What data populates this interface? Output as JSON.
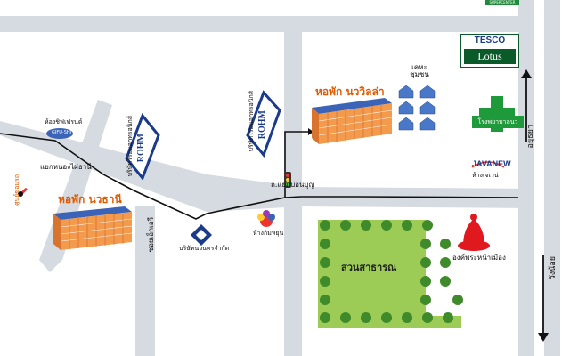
{
  "map": {
    "dorms": [
      {
        "name": "หอพัก นววิลล่า"
      },
      {
        "name": "หอพัก นวธานี"
      }
    ],
    "roads": {
      "main_road": "ถ.แยกบ่อนบุญ",
      "junction": "แยกหนองไผ่ธานี",
      "side_road": "ซอยเอ็กเอวี",
      "east_road_1": "อยุธยา",
      "east_road_2": "วังน้อย"
    },
    "companies": {
      "rohm_1": "ROHM",
      "rohm_1_caption": "บริษัทโรมแอกทรอนิกส์",
      "rohm_2": "ROHM",
      "rohm_2_caption": "บริษัทโรมแอกทรอนิกส์",
      "nawanakorn": "บริษัทนวนครจำกัด",
      "nikonbu": "ห้างกิมหยุน",
      "gifu": "GIFU-SHI",
      "gifu_caption": "ห้องชิฟเฟรนด์"
    },
    "landmarks": {
      "tesco_top": "TESCO",
      "tesco_bottom": "Lotus",
      "village": "เคหะชุมชน",
      "clinic": "โรงพยาบาลนวนคร",
      "javanew": "JAVANEW",
      "javanew_caption": "ห้างเจเวน่า",
      "park": "สวนสาธารณ",
      "shrine": "องค์พระหน้าเมือง",
      "service": "ศูนย์ซ่อมรถ",
      "top_banner": "SUPERCENTER"
    },
    "colors": {
      "road": "#d6dae1",
      "route": "#111111",
      "park": "#9ccc55",
      "dorm": "#f39a4c",
      "dorm_roof": "#3b64b8",
      "dorm_title": "#e05a00",
      "tesco_green": "#0a5a2a",
      "clinic_green": "#1f9a3a"
    }
  }
}
